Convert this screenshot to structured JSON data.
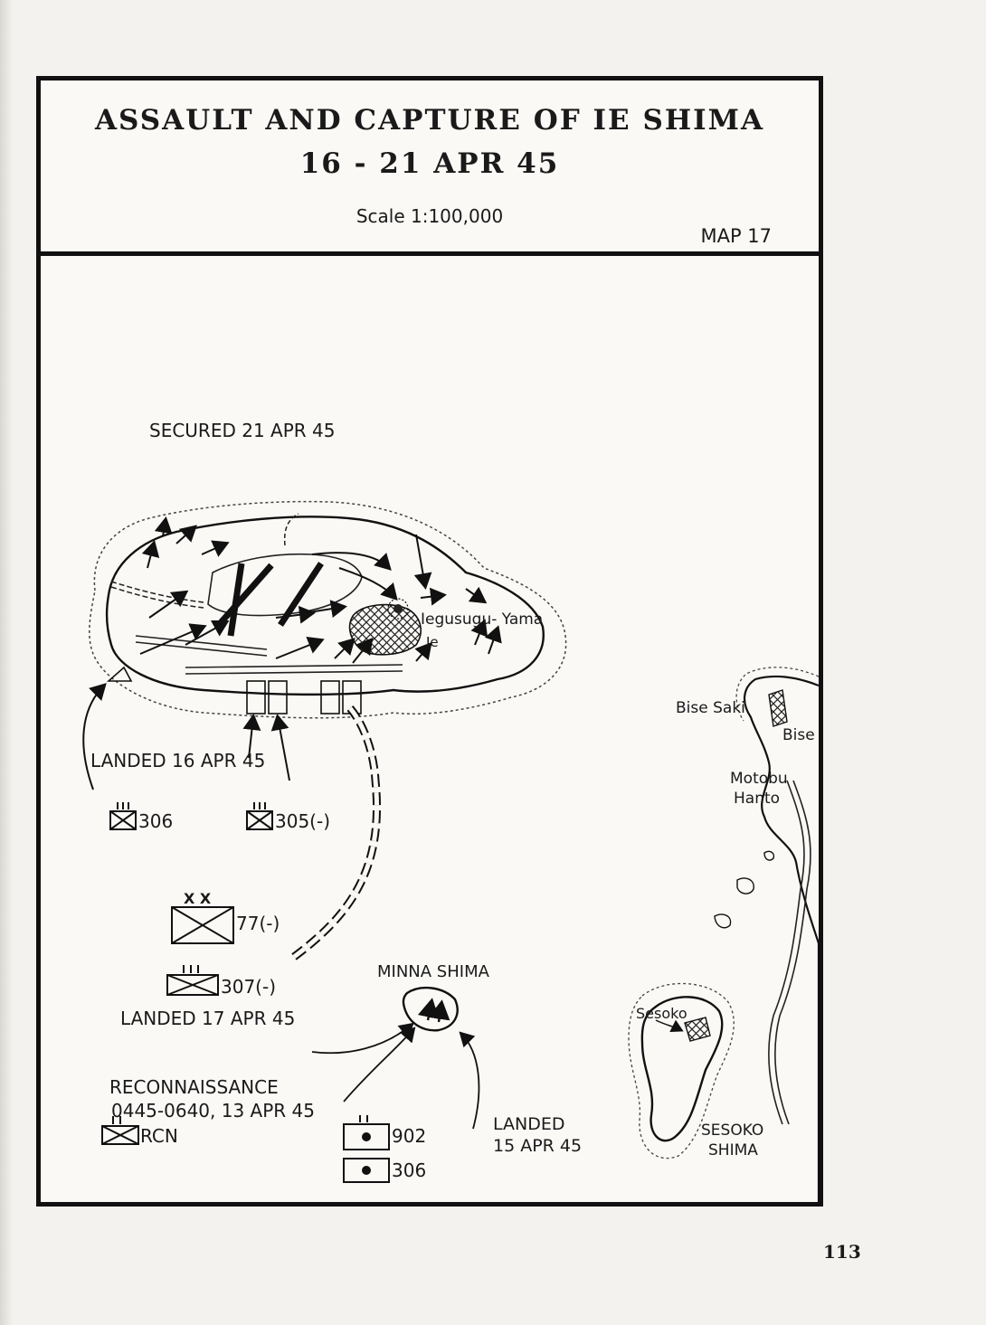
{
  "title": "ASSAULT AND CAPTURE OF IE SHIMA",
  "dates": "16 - 21 APR 45",
  "scale": "Scale 1:100,000",
  "map_number": "MAP 17",
  "labels": {
    "secured": "SECURED 21 APR 45",
    "iegusugu": "Iegusugu- Yama",
    "ie": "Ie",
    "landed_16": "LANDED 16 APR 45",
    "landed_17": "LANDED 17 APR 45",
    "landed_15": "LANDED",
    "landed_15_date": "15 APR 45",
    "minna": "MINNA SHIMA",
    "recon": "RECONNAISSANCE",
    "recon_time": "0445-0640, 13 APR 45",
    "bise_saki": "Bise Saki",
    "bise": "Bise",
    "motobu": "Motobu",
    "hanto": "Hanto",
    "sesoko": "Sesoko",
    "sesoko_shima_1": "SESOKO",
    "sesoko_shima_2": "SHIMA"
  },
  "units": {
    "u306": "306",
    "u305": "305(-)",
    "u77": "77(-)",
    "u307": "307(-)",
    "rcn": "RCN",
    "u902": "902",
    "u306b": "306",
    "div_echelon": "X X"
  },
  "page_number": "113"
}
